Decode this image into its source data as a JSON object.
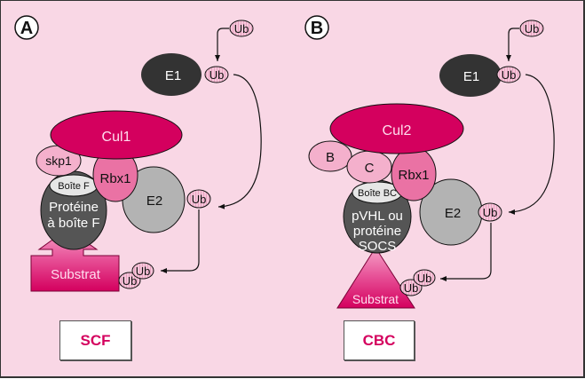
{
  "colors": {
    "background": "#f9d7e5",
    "cullin": "#d4005e",
    "rbx1": "#ea72a4",
    "light_pink": "#f4b0cc",
    "e1": "#333333",
    "e2": "#b3b3b3",
    "adaptor": "#555555",
    "box_domain": "#e6e6e6",
    "ub": "#f6c6da",
    "substrate_top": "#f08cbc",
    "substrate_bottom": "#d4005e",
    "label_accent": "#d4005e"
  },
  "panels": [
    {
      "id": "A",
      "badge": "A",
      "complex_name": "SCF",
      "e1": "E1",
      "e2": "E2",
      "cullin": "Cul1",
      "rbx": "Rbx1",
      "linkers": [
        "skp1"
      ],
      "box_domain": "Boîte F",
      "adaptor_lines": [
        "Protéine",
        "à boîte F"
      ],
      "substrate": "Substrat",
      "substrate_shape": "arrow-block",
      "ub": "Ub"
    },
    {
      "id": "B",
      "badge": "B",
      "complex_name": "CBC",
      "e1": "E1",
      "e2": "E2",
      "cullin": "Cul2",
      "rbx": "Rbx1",
      "linkers": [
        "B",
        "C"
      ],
      "box_domain": "Boîte BC",
      "adaptor_lines": [
        "pVHL ou",
        "protéine",
        "SOCS"
      ],
      "substrate": "Substrat",
      "substrate_shape": "triangle",
      "ub": "Ub"
    }
  ]
}
